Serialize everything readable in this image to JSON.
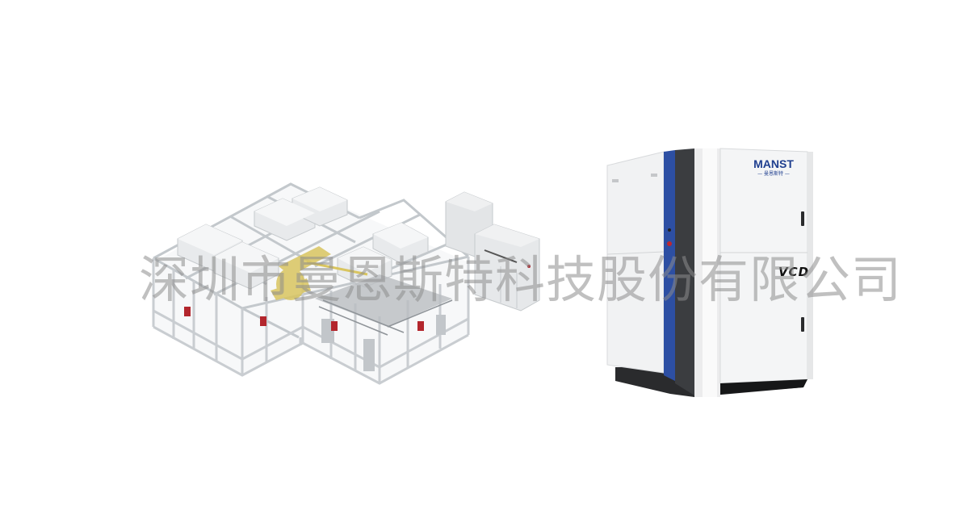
{
  "watermark": {
    "text": "深圳市曼恩斯特科技股份有限公司"
  },
  "products": [
    {
      "name": "coating-line-enclosure",
      "description": "Aluminium-frame glass enclosure with yellow robotic arm, FFU hoods and control cabinet"
    },
    {
      "name": "vcd-cabinet",
      "logo": "MANST",
      "logo_sub": "— 曼恩斯特 —",
      "model_label": "VCD"
    }
  ],
  "colors": {
    "background": "#ffffff",
    "frame": "#c9cdd1",
    "hood": "#e6e8ea",
    "robot": "#d8c35a",
    "clamp": "#b3262d",
    "cabinet_white": "#f3f4f5",
    "cabinet_blue": "#2d4fa3",
    "cabinet_dark": "#3b3d40",
    "cabinet_base": "#1e1f21",
    "logo": "#1f3f8f"
  }
}
